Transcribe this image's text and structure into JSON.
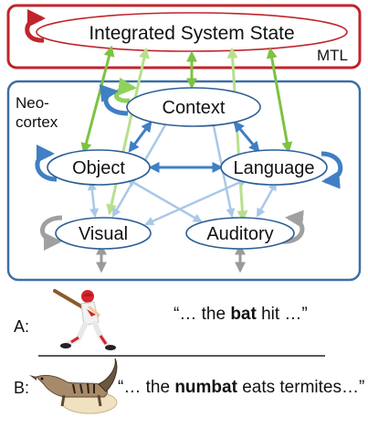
{
  "colors": {
    "mtl_border": "#c0242b",
    "cortex_border": "#3d6fa6",
    "node_border": "#2c5f95",
    "arrow_green_dark": "#7dc242",
    "arrow_green_light": "#b7e08c",
    "arrow_blue_dark": "#3f7fc4",
    "arrow_blue_light": "#a9c8e8",
    "arrow_gray": "#9a9a9a",
    "loop_red": "#c0242b",
    "loop_blue": "#3f7fc4",
    "loop_green": "#8fd25a",
    "loop_gray": "#a0a0a0"
  },
  "mtl": {
    "node": "Integrated System State",
    "region_label": "MTL"
  },
  "cortex": {
    "region_label_line1": "Neo-",
    "region_label_line2": "cortex",
    "nodes": {
      "context": "Context",
      "object": "Object",
      "language": "Language",
      "visual": "Visual",
      "auditory": "Auditory"
    }
  },
  "examples": [
    {
      "letter": "A:",
      "quote_pre": "“… the ",
      "quote_bold": "bat",
      "quote_post": " hit …”",
      "image_icon": "baseball-batter-icon"
    },
    {
      "letter": "B:",
      "quote_pre": "“… the ",
      "quote_bold": "numbat",
      "quote_post": " eats termites…”",
      "image_icon": "numbat-icon"
    }
  ]
}
